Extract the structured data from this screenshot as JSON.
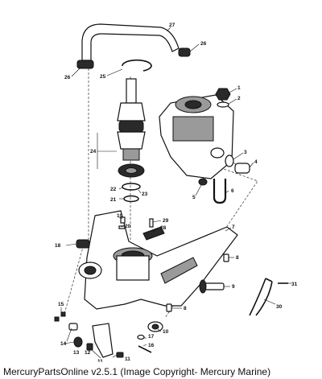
{
  "caption": "MercuryPartsOnline v2.5.1 (Image Copyright- Mercury Marine)",
  "callouts": {
    "c1": "1",
    "c2": "2",
    "c3": "3",
    "c4": "4",
    "c5": "5",
    "c6": "6",
    "c7": "7",
    "c8a": "8",
    "c8b": "8",
    "c9": "9",
    "c10": "10",
    "c11a": "11",
    "c11b": "11",
    "c12": "12",
    "c13": "13",
    "c14": "14",
    "c15": "15",
    "c16": "16",
    "c17": "17",
    "c18": "18",
    "c19": "19",
    "c20": "20",
    "c21": "21",
    "c22": "22",
    "c23": "23",
    "c24": "24",
    "c25": "25",
    "c26a": "26",
    "c26b": "26",
    "c27": "27",
    "c28": "28",
    "c29": "29",
    "c30": "30",
    "c31": "31"
  }
}
